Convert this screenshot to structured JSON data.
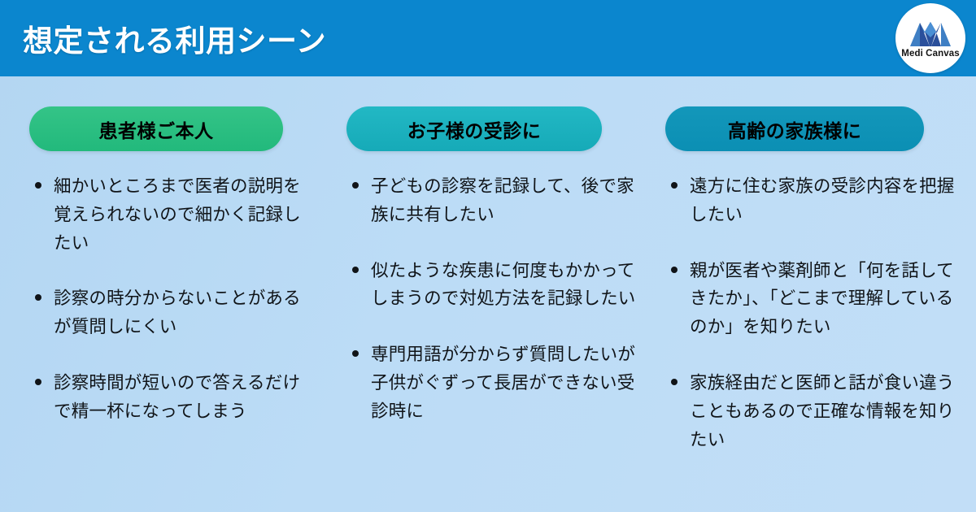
{
  "header": {
    "title": "想定される利用シーン",
    "background_color": "#0b86ce",
    "title_color": "#ffffff"
  },
  "logo": {
    "name": "Medi Canvas",
    "mark_icon": "mountain-m-icon",
    "primary_color": "#2b5fa8",
    "secondary_color": "#4a8fd4"
  },
  "page": {
    "background_color": "#bcdcf6"
  },
  "columns": [
    {
      "heading": "患者様ご本人",
      "heading_color": "#22b97c",
      "items": [
        "細かいところまで医者の説明を覚えられないので細かく記録したい",
        "診察の時分からないことがあるが質問しにくい",
        "診察時間が短いので答えるだけで精一杯になってしまう"
      ]
    },
    {
      "heading": "お子様の受診に",
      "heading_color": "#16aab8",
      "items": [
        "子どもの診察を記録して、後で家族に共有したい",
        "似たような疾患に何度もかかってしまうので対処方法を記録したい",
        "専門用語が分からず質問したいが子供がぐずって長居ができない受診時に"
      ]
    },
    {
      "heading": "高齢の家族様に",
      "heading_color": "#0b8fb4",
      "items": [
        "遠方に住む家族の受診内容を把握したい",
        "親が医者や薬剤師と「何を話してきたか」、「どこまで理解しているのか」を知りたい",
        "家族経由だと医師と話が食い違うこともあるので正確な情報を知りたい"
      ]
    }
  ]
}
